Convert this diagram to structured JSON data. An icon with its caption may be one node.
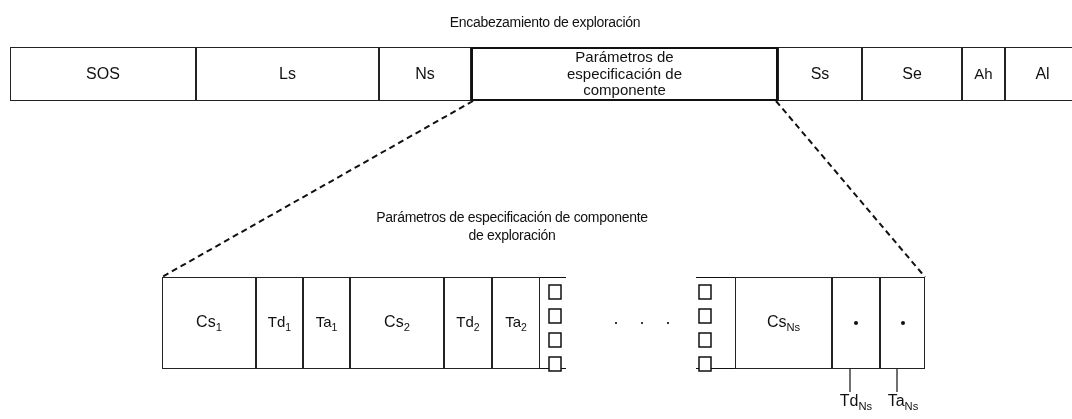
{
  "diagram": {
    "nodes": [
      {
        "text": [
          "Encabezamiento de exploración"
        ]
      },
      {
        "text": [
          "SOS"
        ],
        "in": 0
      },
      {
        "text": [
          "Ls"
        ],
        "in": 0
      },
      {
        "text": [
          "Ns"
        ],
        "in": 0
      },
      {
        "text": [
          "Parámetros de especificación de componente"
        ],
        "in": 0
      },
      {
        "text": [
          "Ss"
        ],
        "in": 0
      },
      {
        "text": [
          "Se"
        ],
        "in": 0
      },
      {
        "text": [
          "Ah"
        ],
        "in": 0
      },
      {
        "text": [
          "Al"
        ],
        "in": 0
      },
      {
        "text": [
          "Cs$_{1}$"
        ]
      },
      {
        "text": [
          "Td$_{1}$"
        ]
      },
      {
        "text": [
          "Ta$_{1}$"
        ]
      },
      {
        "text": [
          "Cs$_{2}$"
        ]
      },
      {
        "text": [
          "Td$_{2}$"
        ]
      },
      {
        "text": [
          "Ta$_{2}$"
        ]
      },
      {
        "text": [
          "Cs$_{Ns}$"
        ]
      },
      {
        "text": [],
        "shape": "box"
      },
      {
        "text": [],
        "shape": "box"
      },
      {
        "text": [
          "Td$_{Ns}$"
        ]
      },
      {
        "text": [
          "Ta$_{Ns}$"
        ]
      }
    ],
    "edges": [
      {
        "from": 4,
        "to": 9,
        "arrow": "none",
        "style": "dashed"
      },
      {
        "from": 4,
        "to": 17,
        "arrow": "none",
        "style": "dashed"
      },
      {
        "from": 18,
        "to": 16,
        "arrow": "none"
      },
      {
        "from": 19,
        "to": 17,
        "arrow": "none"
      }
    ],
    "labels": [
      "Parámetros de especificación de componente de exploración",
      ". . ."
    ]
  }
}
